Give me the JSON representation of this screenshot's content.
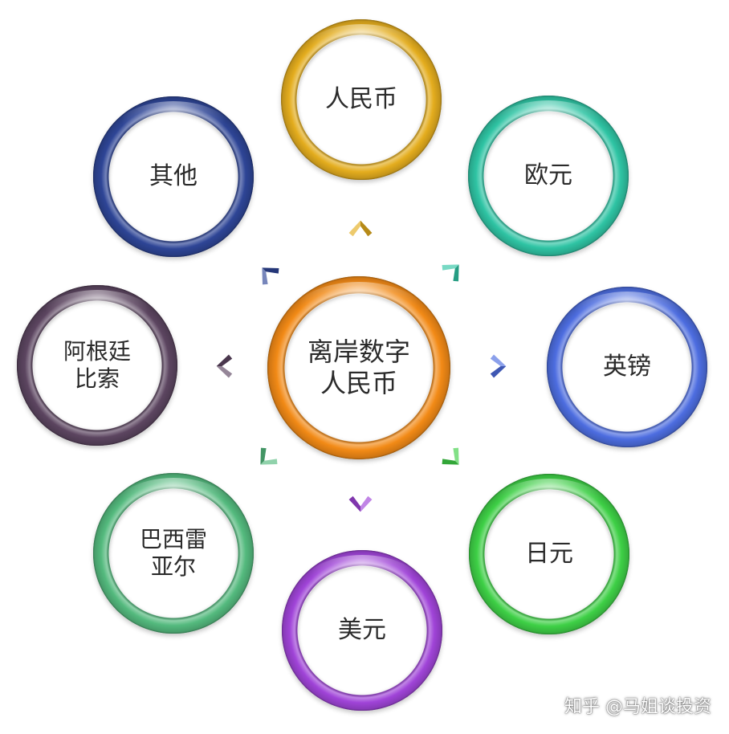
{
  "center": {
    "lines": [
      "离岸数字",
      "人民币"
    ],
    "color": "#f28a16"
  },
  "nodes": [
    {
      "id": "rmb",
      "lines": [
        "人民币"
      ],
      "color": "#e4ad1e"
    },
    {
      "id": "eur",
      "lines": [
        "欧元"
      ],
      "color": "#2fc4a4"
    },
    {
      "id": "gbp",
      "lines": [
        "英镑"
      ],
      "color": "#4d6de0"
    },
    {
      "id": "jpy",
      "lines": [
        "日元"
      ],
      "color": "#3ed046"
    },
    {
      "id": "usd",
      "lines": [
        "美元"
      ],
      "color": "#a044d8"
    },
    {
      "id": "brl",
      "lines": [
        "巴西雷",
        "亚尔"
      ],
      "color": "#54ba7e"
    },
    {
      "id": "ars",
      "lines": [
        "阿根廷",
        "比索"
      ],
      "color": "#5c4560"
    },
    {
      "id": "other",
      "lines": [
        "其他"
      ],
      "color": "#2e4596"
    }
  ],
  "watermark": "知乎 @马姐谈投资"
}
